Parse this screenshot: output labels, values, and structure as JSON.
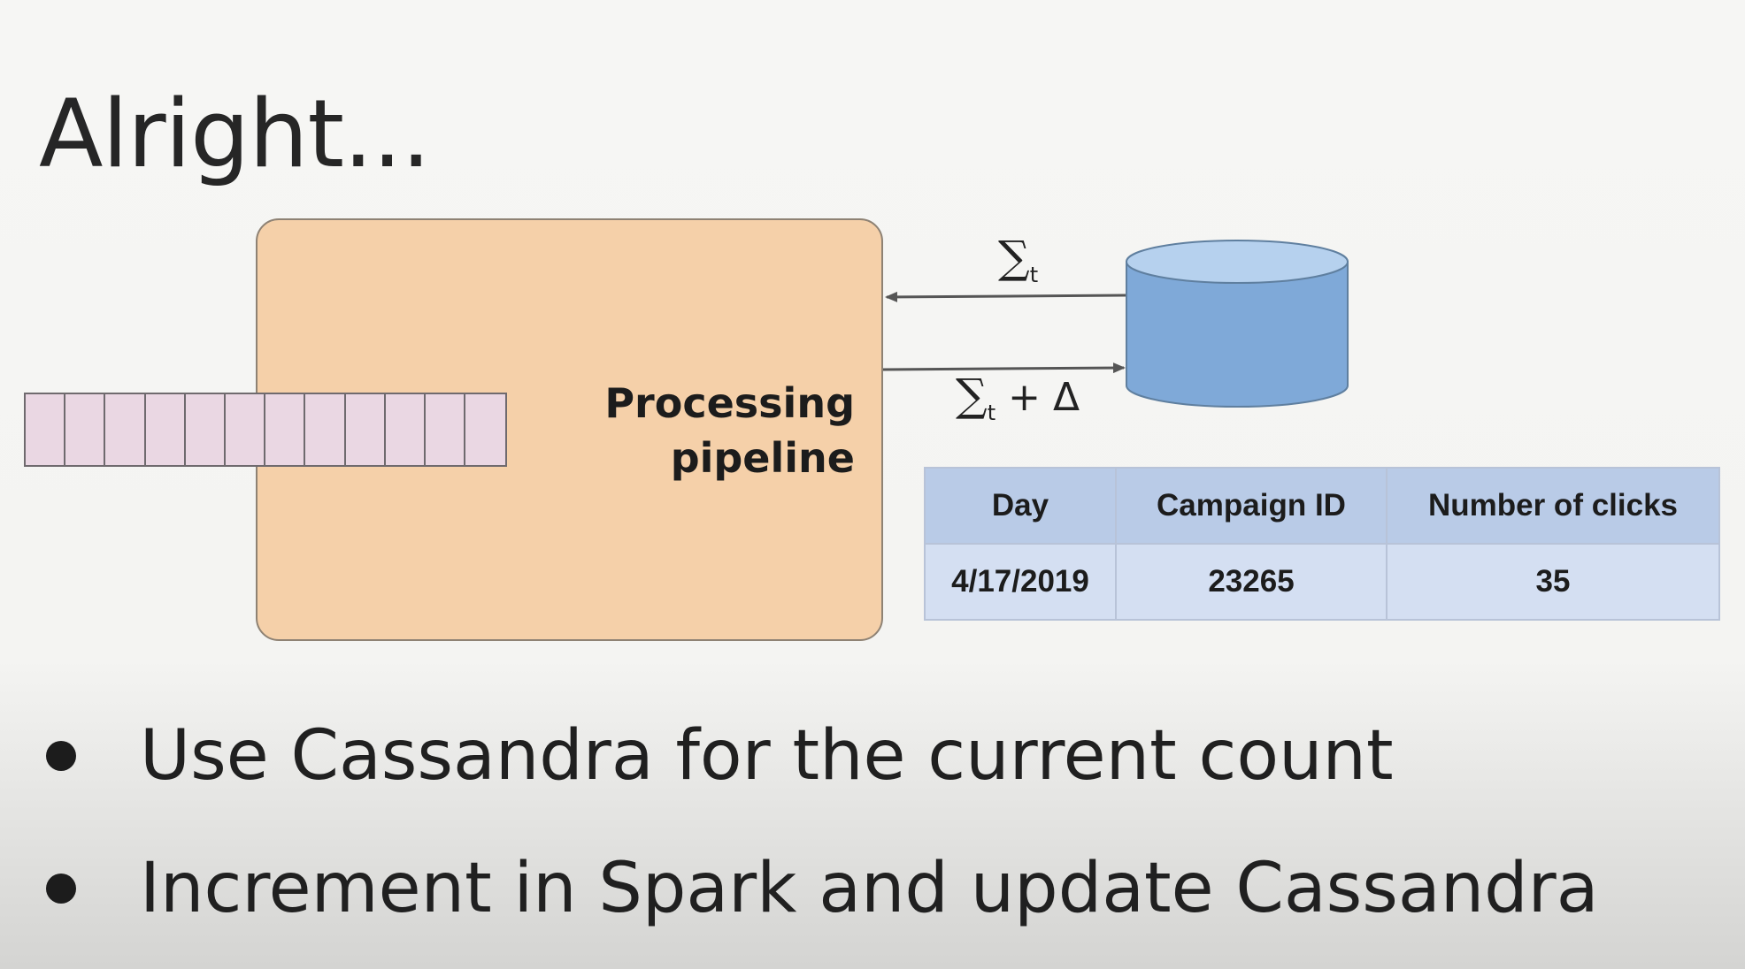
{
  "slide": {
    "title": "Alright...",
    "pipeline_label_line1": "Processing",
    "pipeline_label_line2": "pipeline",
    "arrow_in_label": "∑",
    "arrow_in_sub": "t",
    "arrow_out_label": "∑",
    "arrow_out_sub": "t",
    "arrow_out_suffix": " + Δ",
    "queue_cells": 12
  },
  "table": {
    "headers": [
      "Day",
      "Campaign ID",
      "Number of clicks"
    ],
    "row": [
      "4/17/2019",
      "23265",
      "35"
    ]
  },
  "bullets": [
    "Use Cassandra for the current count",
    "Increment in Spark and update Cassandra"
  ],
  "colors": {
    "pipeline_fill": "#f5d0a9",
    "queue_fill": "#ead7e3",
    "db_body": "#7fa9d8",
    "db_top": "#b6d1ee",
    "table_header": "#b9cbe7",
    "table_cell": "#d4dff2"
  }
}
